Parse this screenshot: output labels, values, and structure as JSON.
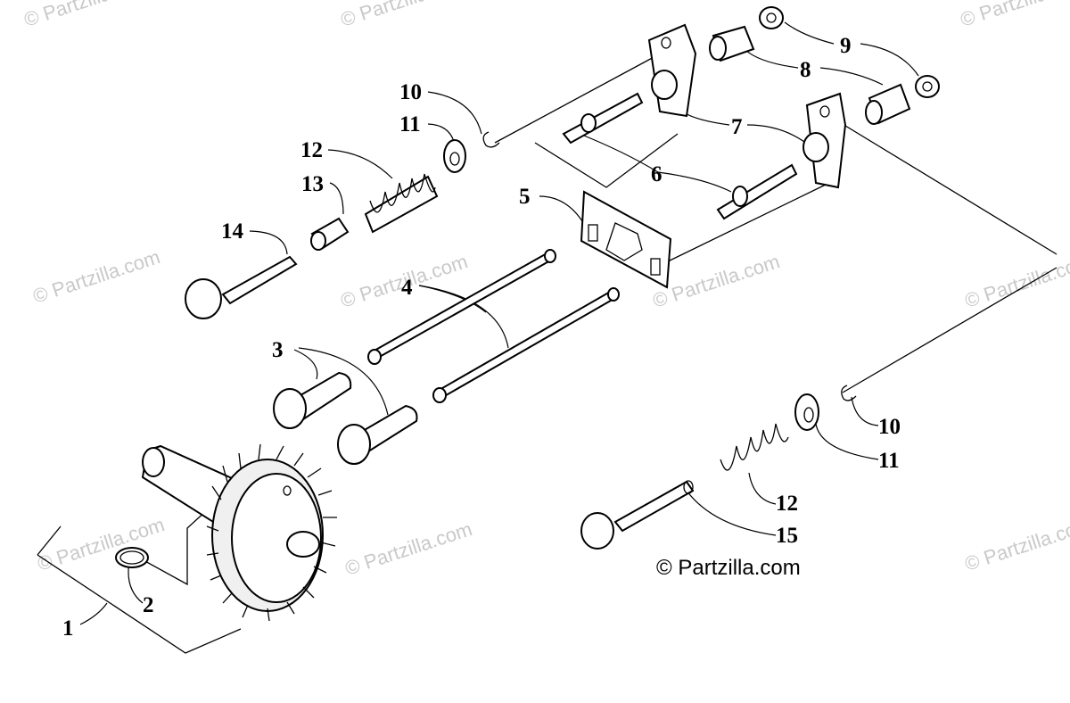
{
  "callouts": {
    "c1": "1",
    "c2": "2",
    "c3": "3",
    "c4": "4",
    "c5": "5",
    "c6": "6",
    "c7": "7",
    "c8": "8",
    "c9": "9",
    "c10a": "10",
    "c10b": "10",
    "c11a": "11",
    "c11b": "11",
    "c12a": "12",
    "c12b": "12",
    "c13": "13",
    "c14": "14",
    "c15": "15"
  },
  "watermark": "© Partzilla.com",
  "copyright": "© Partzilla.com"
}
